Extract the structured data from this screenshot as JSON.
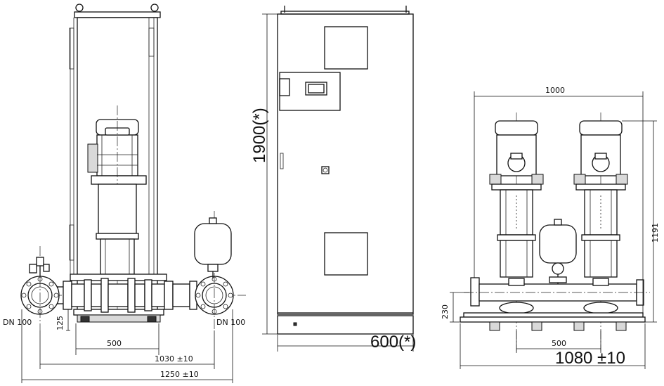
{
  "dimensions": {
    "dn_left": "DN 100",
    "dn_right": "DN 100",
    "d125": "125",
    "d500_left": "500",
    "d1030": "1030 ±10",
    "d1250": "1250 ±10",
    "d1900": "1900(*)",
    "d600": "600(*)",
    "d1000": "1000",
    "d1191": "1191",
    "d230": "230",
    "d500_right": "500",
    "d1080": "1080 ±10"
  },
  "colors": {
    "line": "#111111",
    "background": "#ffffff",
    "fill_grey": "#d9d9d9"
  }
}
